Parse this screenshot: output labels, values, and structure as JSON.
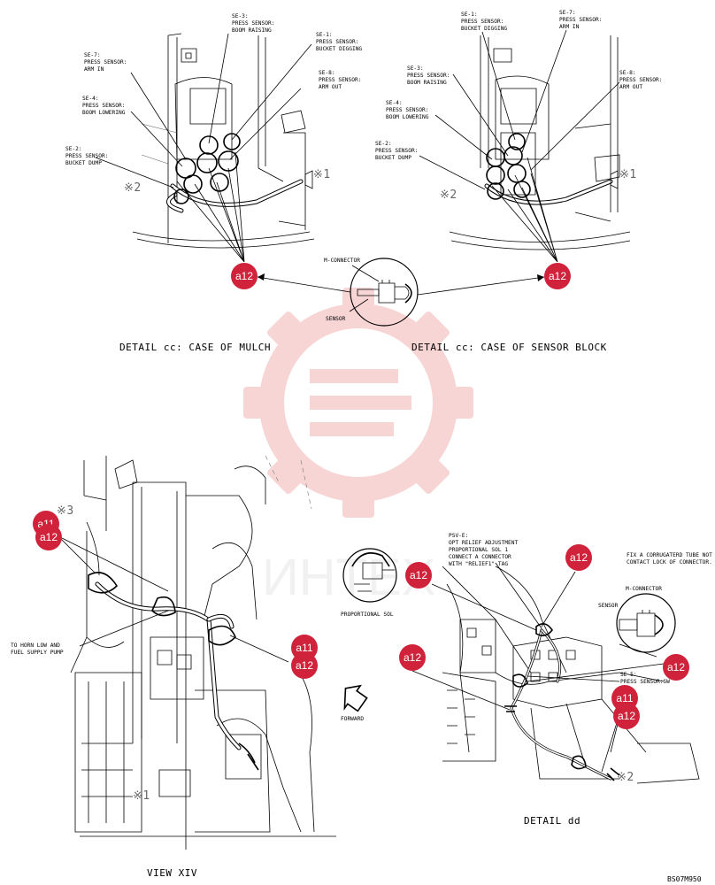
{
  "colors": {
    "callout": "#d0223a",
    "watermark": "#f2b3b3",
    "ink": "#000000"
  },
  "watermark": {
    "text": "ИНТЕХ"
  },
  "top_left": {
    "caption": "DETAIL cc: CASE OF MULCH",
    "labels": {
      "se3_a": "SE-3:",
      "se3_b": "PRESS SENSOR:",
      "se3_c": "BOOM RAISING",
      "se1_a": "SE-1:",
      "se1_b": "PRESS SENSOR:",
      "se1_c": "BUCKET DIGGING",
      "se7_a": "SE-7:",
      "se7_b": "PRESS SENSOR:",
      "se7_c": "ARM IN",
      "se8_a": "SE-8:",
      "se8_b": "PRESS SENSOR:",
      "se8_c": "ARM OUT",
      "se4_a": "SE-4:",
      "se4_b": "PRESS SENSOR:",
      "se4_c": "BOOM LOWERING",
      "se2_a": "SE-2:",
      "se2_b": "PRESS SENSOR:",
      "se2_c": "BUCKET DUMP",
      "mark_x2": "※2",
      "mark_x1": "※1"
    },
    "callout": "a12"
  },
  "top_right": {
    "caption": "DETAIL cc: CASE OF SENSOR BLOCK",
    "labels": {
      "se1_a": "SE-1:",
      "se1_b": "PRESS SENSOR:",
      "se1_c": "BUCKET DIGGING",
      "se7_a": "SE-7:",
      "se7_b": "PRESS SENSOR:",
      "se7_c": "ARM IN",
      "se3_a": "SE-3:",
      "se3_b": "PRESS SENSOR:",
      "se3_c": "BOOM RAISING",
      "se8_a": "SE-8:",
      "se8_b": "PRESS SENSOR:",
      "se8_c": "ARM OUT",
      "se4_a": "SE-4:",
      "se4_b": "PRESS SENSOR:",
      "se4_c": "BOOM LOWERING",
      "se2_a": "SE-2:",
      "se2_b": "PRESS SENSOR:",
      "se2_c": "BUCKET DUMP",
      "mark_x2": "※2",
      "mark_x1": "※1"
    },
    "callout": "a12"
  },
  "connector_inset": {
    "m_connector": "M-CONNECTOR",
    "sensor": "SENSOR"
  },
  "bottom_left": {
    "caption": "VIEW XIV",
    "mark_x3": "※3",
    "mark_x1": "※1",
    "horn_a": "TO HORN LOW AND",
    "horn_b": "FUEL SUPPLY PUMP",
    "callout_a11": "a11",
    "callout_a12": "a12"
  },
  "proportional_inset": {
    "label": "PROPORTIONAL SOL"
  },
  "forward": {
    "label": "FORWARD"
  },
  "bottom_right": {
    "caption": "DETAIL dd",
    "psv_a": "PSV-E:",
    "psv_b": "OPT RELIEF ADJUSTMENT",
    "psv_c": "PROPORTIONAL SOL 1",
    "psv_d": "CONNECT A CONNECTOR",
    "psv_e": "WITH \"RELIEF1\" TAG",
    "fix_a": "FIX A CORRUGATERD TUBE NOT",
    "fix_b": "CONTACT LOCK OF CONNECTOR.",
    "m_connector": "M-CONNECTOR",
    "sensor": "SENSOR",
    "se5_a": "SE-5:",
    "se5_b": "PRESS SENSOR:SW",
    "mark_x2": "※2",
    "callout_a11": "a11",
    "callout_a12": "a12"
  },
  "drawing_code": "BS07M950"
}
